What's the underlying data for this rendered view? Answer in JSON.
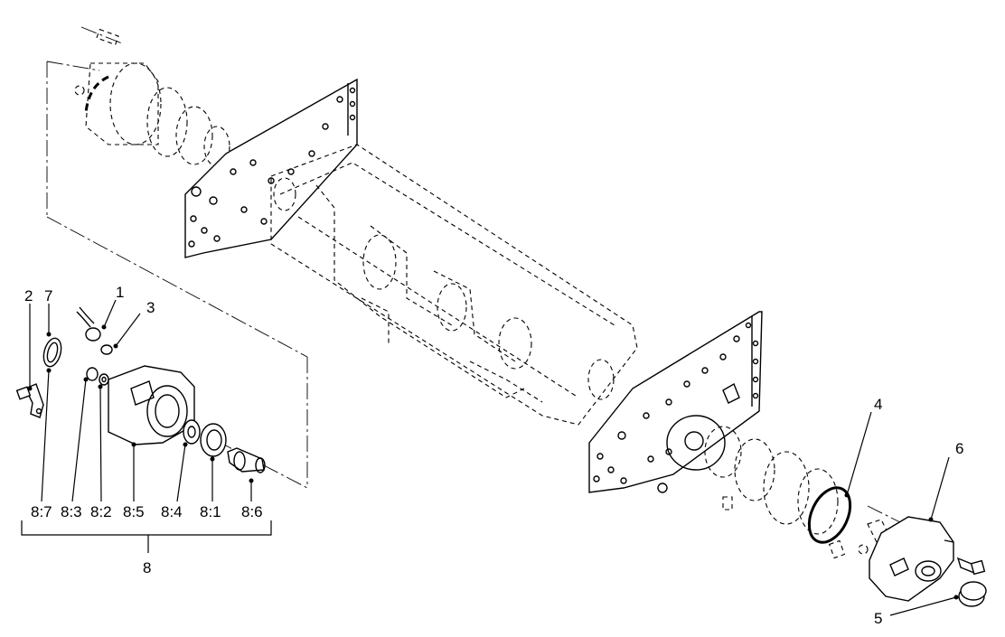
{
  "callouts": {
    "c1": "1",
    "c2": "2",
    "c3": "3",
    "c4": "4",
    "c5": "5",
    "c6": "6",
    "c7": "7",
    "c8": "8"
  },
  "sub_callouts": {
    "s87": "8:7",
    "s83": "8:3",
    "s82": "8:2",
    "s85": "8:5",
    "s84": "8:4",
    "s81": "8:1",
    "s86": "8:6"
  }
}
